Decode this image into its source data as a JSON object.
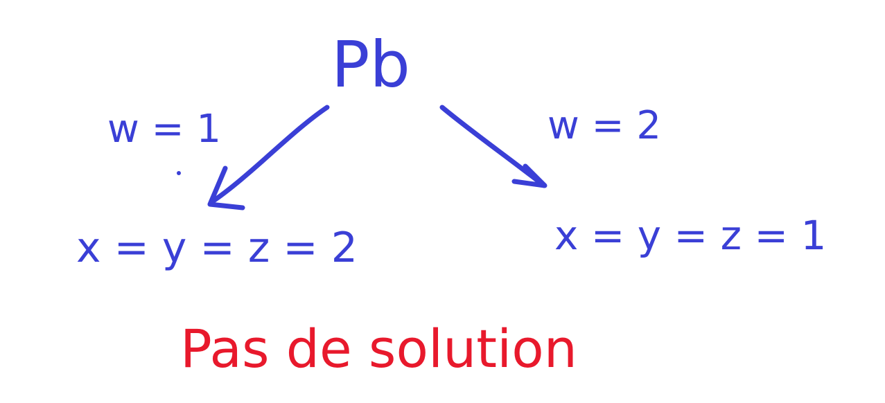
{
  "root_label": "Pb",
  "left_branch": {
    "condition": "w = 1",
    "result": "x = y = z = 2"
  },
  "right_branch": {
    "condition": "w = 2",
    "result": "x = y = z = 1"
  },
  "conclusion": "Pas de solution",
  "colors": {
    "blue_ink": "#3a3fd6",
    "red_ink": "#e8192c",
    "background": "#ffffff"
  }
}
